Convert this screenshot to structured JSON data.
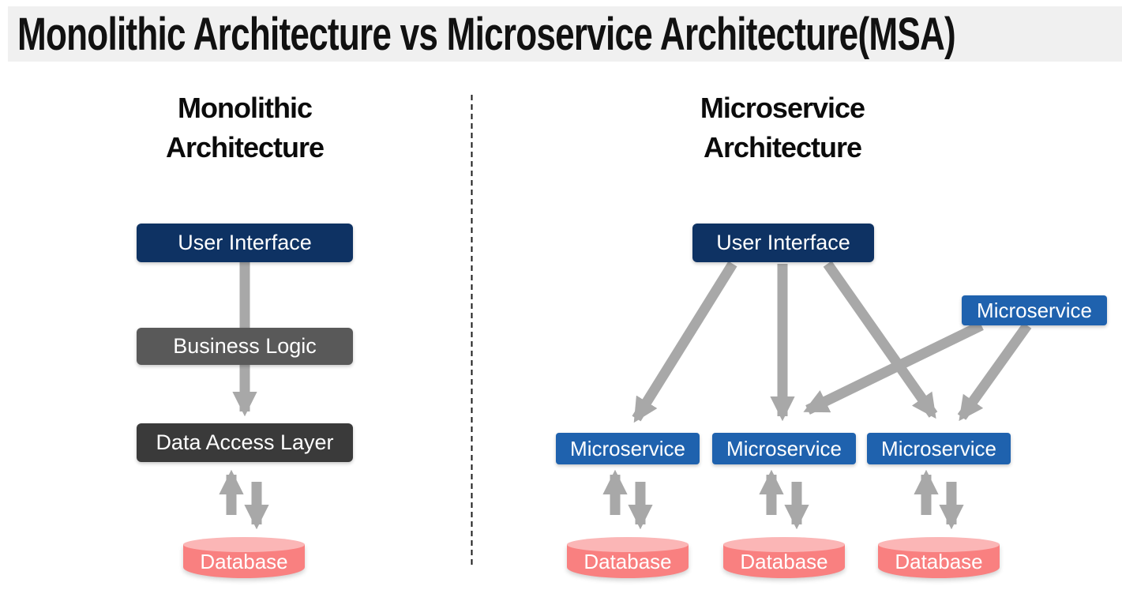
{
  "title": "Monolithic Architecture vs Microservice Architecture(MSA)",
  "left": {
    "heading": [
      "Monolithic",
      "Architecture"
    ],
    "ui_box": "User Interface",
    "business_box": "Business Logic",
    "data_box": "Data Access Layer",
    "db": "Database"
  },
  "right": {
    "heading": [
      "Microservice",
      "Architecture"
    ],
    "ui_box": "User Interface",
    "extra_service": "Microservice",
    "services": [
      "Microservice",
      "Microservice",
      "Microservice"
    ],
    "dbs": [
      "Database",
      "Database",
      "Database"
    ]
  },
  "colors": {
    "title-bg": "#f0f0f0",
    "title-text": "#111111",
    "navy": "#0e3263",
    "blue": "#1f62ae",
    "gray-mid": "#595959",
    "gray-dark": "#3a3a3a",
    "arrow": "#a8a8a8",
    "db-body": "#f98080",
    "db-top": "#fbb6b6",
    "divider": "#1a1a1a",
    "box-text": "#ffffff"
  }
}
